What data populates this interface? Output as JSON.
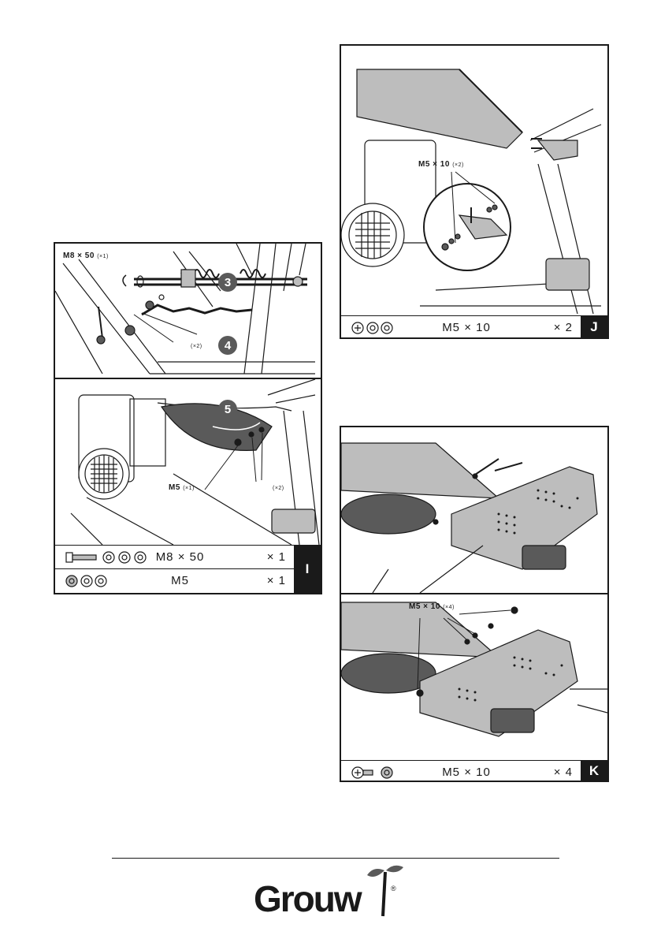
{
  "panel_i": {
    "top_callout": "M8 × 50",
    "top_callout_qty": "(×1)",
    "num_3": "3",
    "num_4": "4",
    "chain_qty": "(×2)",
    "num_5": "5",
    "m5_callout": "M5",
    "m5_qty": "(×1)",
    "bolt_qty": "(×2)",
    "rows": [
      {
        "spec": "M8 × 50",
        "qty": "× 1"
      },
      {
        "spec": "M5",
        "qty": "× 1"
      }
    ],
    "step": "I"
  },
  "panel_j": {
    "callout": "M5 × 10",
    "callout_qty": "(×2)",
    "row": {
      "spec": "M5 × 10",
      "qty": "× 2"
    },
    "step": "J"
  },
  "panel_k": {
    "callout": "M5 × 10",
    "callout_qty": "(×4)",
    "row": {
      "spec": "M5 × 10",
      "qty": "× 4"
    },
    "step": "K"
  },
  "brand": {
    "logo_text": "Grouw",
    "registered": "®"
  },
  "colors": {
    "ink": "#1a1a1a",
    "gray_fill": "#5a5a5a",
    "light_fill": "#bdbdbd"
  }
}
